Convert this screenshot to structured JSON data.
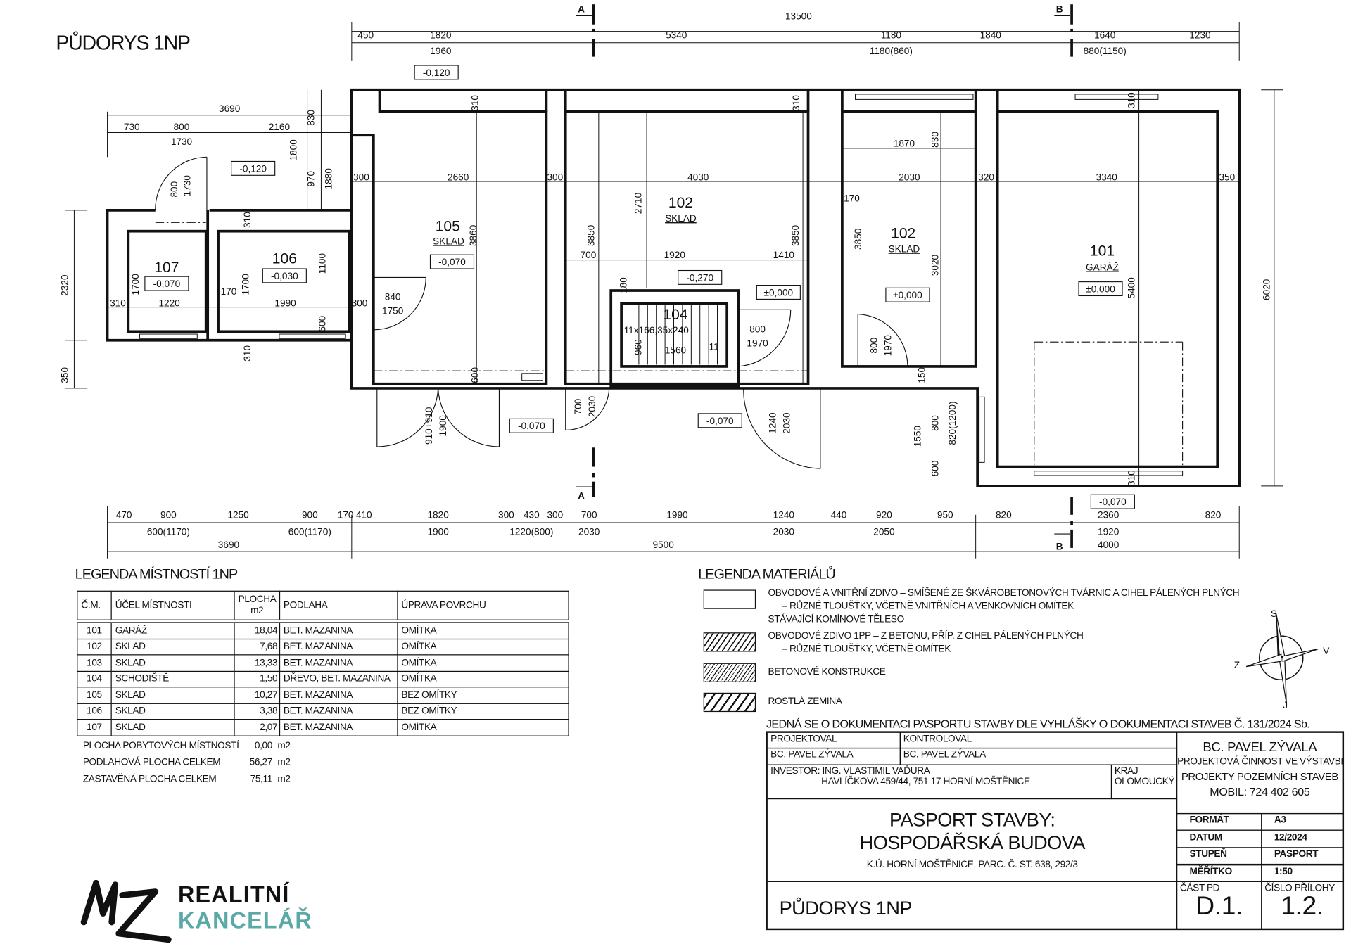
{
  "title": "PŮDORYS 1NP",
  "section_marks": {
    "a": "A",
    "b": "B"
  },
  "dims": {
    "top_total": "13500",
    "top": [
      "450",
      "1820",
      "5340",
      "1180",
      "1840",
      "1640",
      "1230"
    ],
    "top2": [
      "1960",
      "1180(860)",
      "880(1150)"
    ],
    "bottom": [
      "470",
      "900",
      "1250",
      "900",
      "170",
      "410",
      "1820",
      "300",
      "430",
      "300",
      "700",
      "1990",
      "1240",
      "440",
      "920",
      "950",
      "820",
      "2360",
      "820"
    ],
    "bottom2": [
      "600(1170)",
      "600(1170)",
      "1900",
      "1220(800)",
      "2030",
      "2030",
      "2050",
      "1920"
    ],
    "bottom_total": [
      "3690",
      "9500",
      "4000"
    ],
    "left": [
      "2320",
      "350"
    ],
    "right": "6020",
    "annex": [
      "3690",
      "730",
      "800",
      "2160",
      "1730",
      "830",
      "1800",
      "970",
      "1880",
      "800",
      "1730"
    ],
    "r107": [
      "1700",
      "310",
      "1220",
      "170"
    ],
    "r106": [
      "1700",
      "1990",
      "1100",
      "600",
      "300",
      "310",
      "310"
    ],
    "r105": [
      "3860",
      "2660",
      "300",
      "300",
      "310",
      "840",
      "1750",
      "600"
    ],
    "r102a": [
      "4030",
      "2710",
      "3850",
      "700",
      "1920",
      "1410",
      "3850",
      "310",
      "180"
    ],
    "r104": [
      "11x166,35x240",
      "960",
      "1560",
      "11",
      "800",
      "1970"
    ],
    "r102b": [
      "1870",
      "830",
      "2030",
      "170",
      "3850",
      "3020",
      "800",
      "1970",
      "150"
    ],
    "r101": [
      "3340",
      "320",
      "350",
      "5400",
      "310",
      "310"
    ],
    "outside": [
      "910+910",
      "1900",
      "700",
      "2030",
      "1240",
      "2030",
      "1550",
      "800",
      "820(1200)",
      "600"
    ]
  },
  "levels": {
    "top": "-0,120",
    "annex": "-0,120",
    "r107": "-0,070",
    "r106": "-0,030",
    "r105": "-0,070",
    "stair": "-0,270",
    "r102a": "±0,000",
    "r102b": "±0,000",
    "r101": "±0,000",
    "out1": "-0,070",
    "out2": "-0,070",
    "out3": "-0,070"
  },
  "rooms": {
    "r107": {
      "number": "107"
    },
    "r106": {
      "number": "106"
    },
    "r105": {
      "number": "105",
      "name": "SKLAD"
    },
    "r102a": {
      "number": "102",
      "name": "SKLAD"
    },
    "r104": {
      "number": "104"
    },
    "r102b": {
      "number": "102",
      "name": "SKLAD"
    },
    "r101": {
      "number": "101",
      "name": "GARÁŽ"
    }
  },
  "room_legend": {
    "title": "LEGENDA MÍSTNOSTÍ 1NP",
    "headers": [
      "Č.M.",
      "ÚČEL MÍSTNOSTI",
      "PLOCHA m2",
      "PODLAHA",
      "ÚPRAVA POVRCHU"
    ],
    "rows": [
      {
        "no": "101",
        "use": "GARÁŽ",
        "area": "18,04",
        "floor": "BET. MAZANINA",
        "finish": "OMÍTKA"
      },
      {
        "no": "102",
        "use": "SKLAD",
        "area": "7,68",
        "floor": "BET. MAZANINA",
        "finish": "OMÍTKA"
      },
      {
        "no": "103",
        "use": "SKLAD",
        "area": "13,33",
        "floor": "BET. MAZANINA",
        "finish": "OMÍTKA"
      },
      {
        "no": "104",
        "use": "SCHODIŠTĚ",
        "area": "1,50",
        "floor": "DŘEVO, BET. MAZANINA",
        "finish": "OMÍTKA"
      },
      {
        "no": "105",
        "use": "SKLAD",
        "area": "10,27",
        "floor": "BET. MAZANINA",
        "finish": "BEZ OMÍTKY"
      },
      {
        "no": "106",
        "use": "SKLAD",
        "area": "3,38",
        "floor": "BET. MAZANINA",
        "finish": "BEZ OMÍTKY"
      },
      {
        "no": "107",
        "use": "SKLAD",
        "area": "2,07",
        "floor": "BET. MAZANINA",
        "finish": "OMÍTKA"
      }
    ],
    "summary": [
      {
        "label": "PLOCHA POBYTOVÝCH MÍSTNOSTÍ",
        "value": "0,00",
        "unit": "m2"
      },
      {
        "label": "PODLAHOVÁ PLOCHA CELKEM",
        "value": "56,27",
        "unit": "m2"
      },
      {
        "label": "ZASTAVĚNÁ PLOCHA CELKEM",
        "value": "75,11",
        "unit": "m2"
      }
    ]
  },
  "material_legend": {
    "title": "LEGENDA MATERIÁLŮ",
    "items": [
      {
        "lines": [
          "OBVODOVÉ A VNITŘNÍ ZDIVO – SMÍŠENÉ ZE ŠKVÁROBETONOVÝCH TVÁRNIC A CIHEL PÁLENÝCH PLNÝCH",
          "– RŮZNÉ TLOUŠŤKY, VČETNĚ VNITŘNÍCH A VENKOVNÍCH OMÍTEK",
          "STÁVAJÍCÍ KOMÍNOVÉ TĚLESO"
        ]
      },
      {
        "lines": [
          "OBVODOVÉ ZDIVO 1PP – Z BETONU, PŘÍP. Z CIHEL PÁLENÝCH PLNÝCH",
          "– RŮZNÉ TLOUŠŤKY, VČETNĚ OMÍTEK"
        ]
      },
      {
        "lines": [
          "BETONOVÉ KONSTRUKCE"
        ]
      },
      {
        "lines": [
          "ROSTLÁ ZEMINA"
        ]
      }
    ]
  },
  "compass": {
    "s": "S",
    "j": "J",
    "z": "Z",
    "v": "V"
  },
  "note": "JEDNÁ SE O DOKUMENTACI PASPORTU STAVBY DLE VYHLÁŠKY O DOKUMENTACI STAVEB Č. 131/2024 Sb.",
  "title_block": {
    "projektoval_label": "PROJEKTOVAL",
    "kontroloval_label": "KONTROLOVAL",
    "projektoval": "BC. PAVEL ZÝVALA",
    "kontroloval": "BC. PAVEL ZÝVALA",
    "investor_label": "INVESTOR:",
    "investor": "ING. VLASTIMIL VAĎURA",
    "investor_address": "HAVLÍČKOVA 459/44, 751 17 HORNÍ MOŠTĚNICE",
    "kraj_label": "KRAJ",
    "kraj": "OLOMOUCKÝ",
    "company": [
      "BC. PAVEL ZÝVALA",
      "PROJEKTOVÁ ČINNOST VE VÝSTAVBĚ",
      "PROJEKTY POZEMNÍCH STAVEB",
      "MOBIL:  724 402 605"
    ],
    "project_title": [
      "PASPORT STAVBY:",
      "HOSPODÁŘSKÁ BUDOVA"
    ],
    "location": "K.Ú. HORNÍ MOŠTĚNICE, PARC. Č. ST. 638, 292/3",
    "drawing_name": "PŮDORYS 1NP",
    "props": [
      {
        "label": "FORMÁT",
        "value": "A3"
      },
      {
        "label": "DATUM",
        "value": "12/2024"
      },
      {
        "label": "STUPEŇ",
        "value": "PASPORT"
      },
      {
        "label": "MĚŘÍTKO",
        "value": "1:50"
      }
    ],
    "cast_label": "ČÁST PD",
    "cast": "D.1.",
    "priloha_label": "ČÍSLO PŘÍLOHY",
    "priloha": "1.2."
  },
  "logo": {
    "mark": "MZ",
    "line1": "REALITNÍ",
    "line2": "KANCELÁŘ",
    "accent": "#5aa9a6"
  }
}
